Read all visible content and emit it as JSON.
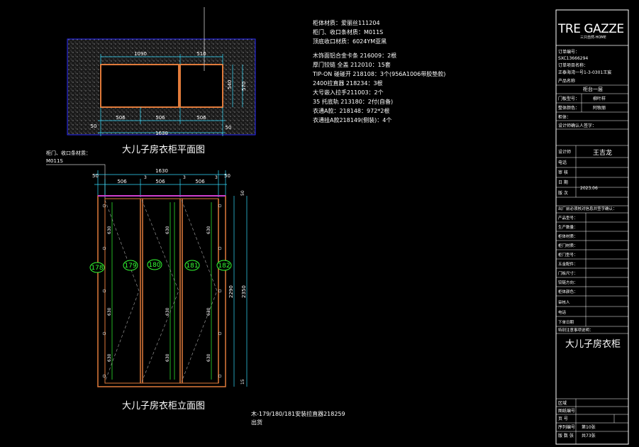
{
  "notes_top": {
    "lines": [
      "柜体材质：爱丽丝111204",
      "柜门、收口条材质：M011S",
      "顶底收口材质：6024YM亚黑",
      "",
      "木饰面铝合金卡条  216009：2根",
      "厚门铰链 全盖 212010：15套",
      "TIP-ON  碰碰开 218108：3个(956A1006带胶垫款)",
      "2400拉直器 218234：3根",
      "大号嵌入拉手211003：2个",
      "35 托底轨 213180：2付(自备)",
      "衣通A款：218148：972*2根",
      "衣通挂A款218149(侧装)：4个"
    ]
  },
  "plan_view": {
    "title": "大儿子房衣柜平面图",
    "dims_top": [
      "1090",
      "510"
    ],
    "dims_bottom": [
      "506",
      "506",
      "506"
    ],
    "dim_total": "1630",
    "dim_side_left": "50",
    "dim_side_right": "50",
    "dim_depth_a": "540",
    "dim_depth_b": "570"
  },
  "elevation_view": {
    "title": "大儿子房衣柜立面图",
    "note_label_lines": [
      "柜门、收口条材质：",
      "M011S"
    ],
    "dim_total": "1630",
    "dims_top": [
      "506",
      "506",
      "506"
    ],
    "dims_small": [
      "3",
      "3",
      "3"
    ],
    "dim_left": "50",
    "dim_right": "50",
    "dim_height_total": "2350",
    "dim_height_inner": "2290",
    "dim_top_offset": "50",
    "dim_bottom_offset": "15",
    "door_tags": [
      "178",
      "179",
      "180",
      "181",
      "182"
    ],
    "hinge_spacing": "630"
  },
  "bottom_note": {
    "lines": [
      "木-179/180/181安装拉直器218259",
      "出货"
    ]
  },
  "title_block": {
    "brand": "TRE GAZZE",
    "brand_sub": "三只自然·HOME",
    "rows": [
      "订单编号：",
      "SXC13666294",
      "订单项目名称：",
      "正泰海湾一号1-3-0301王宸",
      "产品名称",
      "柜台一层"
    ],
    "field_labels": [
      "门板型号：",
      "整体颜色：",
      "柜体：",
      "设计师确认人签字："
    ],
    "field_values": [
      "柳叶样",
      "阿牧丽"
    ],
    "designer_label": "设计师",
    "designer_name": "王吉龙",
    "phone_label": "电话",
    "audit_label": "审  核",
    "date_label": "日  期",
    "date_value": "2023.06",
    "version_label": "版  次",
    "factory_header": "出厂前必须核对信息并签字确认：",
    "check_items": [
      "产品型号：",
      "生产数量：",
      "柜体材质：",
      "柜门材质：",
      "柜门型号：",
      "五金配件：",
      "门板尺寸：",
      "铰链方向：",
      "柜体颜色："
    ],
    "receiver_label": "审核人",
    "receiver_phone": "电话",
    "order_date": "下单日期",
    "special_label": "特别注意事项说明：",
    "main_title": "大儿子房衣柜",
    "footer_rows": [
      {
        "label": "区域",
        "value": ""
      },
      {
        "label": "图纸编号",
        "value": ""
      },
      {
        "label": "页 号",
        "value": ""
      },
      {
        "label": "序列编号",
        "value": "第10张"
      },
      {
        "label": "版 数 张",
        "value": "共73张"
      }
    ]
  }
}
